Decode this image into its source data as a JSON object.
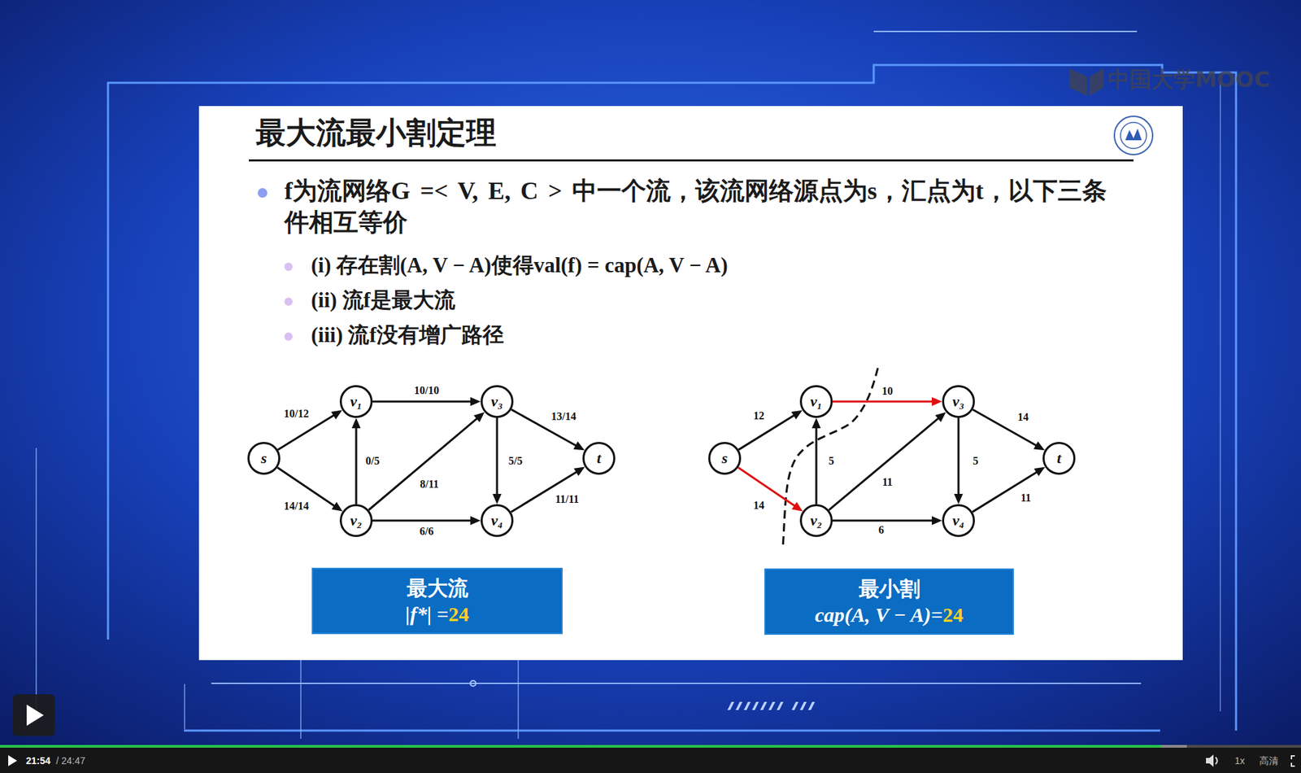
{
  "diagram": {
    "title": "最大流最小割定理",
    "nodes": [
      {
        "text": [
          "s"
        ]
      },
      {
        "text": [
          "v₁"
        ]
      },
      {
        "text": [
          "v₂"
        ]
      },
      {
        "text": [
          "v₃"
        ]
      },
      {
        "text": [
          "v₄"
        ]
      },
      {
        "text": [
          "t"
        ]
      },
      {
        "text": [
          "s"
        ]
      },
      {
        "text": [
          "v₁"
        ]
      },
      {
        "text": [
          "v₂"
        ]
      },
      {
        "text": [
          "v₃"
        ]
      },
      {
        "text": [
          "v₄"
        ]
      },
      {
        "text": [
          "t"
        ]
      },
      {
        "text": [
          "最大流",
          "|f*| =",
          "24"
        ]
      },
      {
        "text": [
          "最小割",
          "cap(A, V − A)=",
          "24"
        ]
      }
    ],
    "edges": [
      {
        "from": 0,
        "to": 1,
        "label": "10/12",
        "arrow": "to"
      },
      {
        "from": 0,
        "to": 2,
        "label": "14/14",
        "arrow": "to"
      },
      {
        "from": 2,
        "to": 1,
        "label": "0/5",
        "arrow": "to"
      },
      {
        "from": 1,
        "to": 3,
        "label": "10/10",
        "arrow": "to"
      },
      {
        "from": 2,
        "to": 3,
        "label": "8/11",
        "arrow": "to"
      },
      {
        "from": 2,
        "to": 4,
        "label": "6/6",
        "arrow": "to"
      },
      {
        "from": 3,
        "to": 4,
        "label": "5/5",
        "arrow": "to"
      },
      {
        "from": 3,
        "to": 5,
        "label": "13/14",
        "arrow": "to"
      },
      {
        "from": 4,
        "to": 5,
        "label": "11/11",
        "arrow": "to"
      },
      {
        "from": 6,
        "to": 7,
        "label": "12",
        "arrow": "to"
      },
      {
        "from": 6,
        "to": 8,
        "label": "14",
        "arrow": "to"
      },
      {
        "from": 8,
        "to": 7,
        "label": "5",
        "arrow": "to"
      },
      {
        "from": 7,
        "to": 9,
        "label": "10",
        "arrow": "to"
      },
      {
        "from": 8,
        "to": 9,
        "label": "11",
        "arrow": "to"
      },
      {
        "from": 8,
        "to": 10,
        "label": "6",
        "arrow": "to"
      },
      {
        "from": 9,
        "to": 10,
        "label": "5",
        "arrow": "to"
      },
      {
        "from": 9,
        "to": 11,
        "label": "14",
        "arrow": "to"
      },
      {
        "from": 10,
        "to": 11,
        "label": "11",
        "arrow": "to"
      }
    ],
    "labels": [
      "中国大学MOOC",
      "f为流网络G =< V, E, C > 中一个流，该流网络源点为s，汇点为t，以下三条件相互等价",
      "(i) 存在割(A, V − A)使得val(f) = cap(A, V − A)",
      "(ii) 流f是最大流",
      "(iii) 流f没有增广路径",
      "21:54",
      "/ 24:47",
      "1x",
      "高清"
    ]
  }
}
